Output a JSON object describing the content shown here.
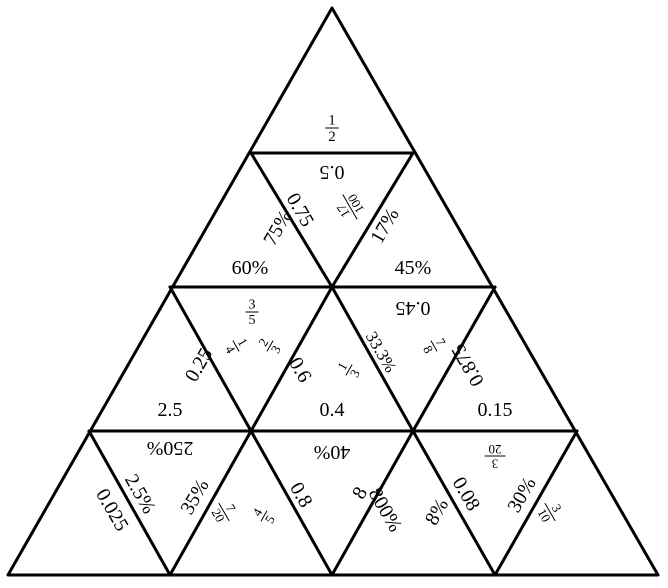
{
  "puzzle": {
    "colors": {
      "line": "#000000",
      "background": "#ffffff"
    },
    "cards": [
      {
        "id": "top-frac-half",
        "text": "1/2",
        "size": 15
      },
      {
        "id": "top-0-5",
        "text": "0.5",
        "size": 20
      },
      {
        "id": "r2-075",
        "text": "0.75",
        "size": 20
      },
      {
        "id": "r2-75pct",
        "text": "75%",
        "size": 20
      },
      {
        "id": "r2-60pct",
        "text": "60%",
        "size": 20
      },
      {
        "id": "r2-17over100",
        "text": "17/100",
        "size": 13
      },
      {
        "id": "r2-17pct",
        "text": "17%",
        "size": 20
      },
      {
        "id": "r2-45pct",
        "text": "45%",
        "size": 20
      },
      {
        "id": "r3-3over5",
        "text": "3/5",
        "size": 14
      },
      {
        "id": "r3-1over4",
        "text": "1/4",
        "size": 13
      },
      {
        "id": "r3-2over3",
        "text": "2/3",
        "size": 13
      },
      {
        "id": "r3-0-25",
        "text": "0.25",
        "size": 20
      },
      {
        "id": "r3-2-5",
        "text": "2.5",
        "size": 20
      },
      {
        "id": "r3-0-6",
        "text": "0.6",
        "size": 20
      },
      {
        "id": "r3-1over3",
        "text": "1/3",
        "size": 13
      },
      {
        "id": "r3-0-4",
        "text": "0.4",
        "size": 20
      },
      {
        "id": "r3-0-45",
        "text": "0.45",
        "size": 20
      },
      {
        "id": "r3-33-3pct",
        "text": "33.3%",
        "size": 17
      },
      {
        "id": "r3-7over8",
        "text": "7/8",
        "size": 13
      },
      {
        "id": "r3-0-875",
        "text": "0.875",
        "size": 20
      },
      {
        "id": "r3-0-15",
        "text": "0.15",
        "size": 20
      },
      {
        "id": "r4-250pct",
        "text": "250%",
        "size": 20
      },
      {
        "id": "r4-40pct",
        "text": "40%",
        "size": 20
      },
      {
        "id": "r4-3over20",
        "text": "3/20",
        "size": 13
      },
      {
        "id": "r4-0-025",
        "text": "0.025",
        "size": 20
      },
      {
        "id": "r4-2-5pct",
        "text": "2.5%",
        "size": 20
      },
      {
        "id": "r4-35pct",
        "text": "35%",
        "size": 20
      },
      {
        "id": "r4-7over20",
        "text": "7/20",
        "size": 13
      },
      {
        "id": "r4-4over5",
        "text": "4/5",
        "size": 13
      },
      {
        "id": "r4-0-8",
        "text": "0.8",
        "size": 20
      },
      {
        "id": "r4-8",
        "text": "8",
        "size": 20
      },
      {
        "id": "r4-800pct",
        "text": "800%",
        "size": 20
      },
      {
        "id": "r4-8pct",
        "text": "8%",
        "size": 20
      },
      {
        "id": "r4-0-08",
        "text": "0.08",
        "size": 20
      },
      {
        "id": "r4-30pct",
        "text": "30%",
        "size": 20
      },
      {
        "id": "r4-3over10",
        "text": "3/10",
        "size": 13
      }
    ]
  }
}
